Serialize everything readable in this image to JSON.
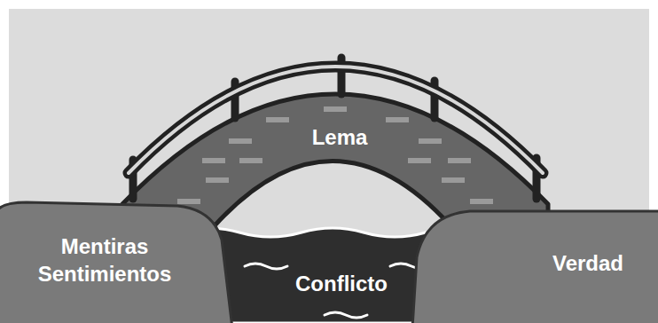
{
  "diagram": {
    "nodes": [
      {
        "text": [
          "Lema"
        ]
      },
      {
        "text": [
          "Mentiras Sentimientos"
        ]
      },
      {
        "text": [
          "Conflicto"
        ]
      },
      {
        "text": [
          "Verdad"
        ]
      }
    ]
  }
}
